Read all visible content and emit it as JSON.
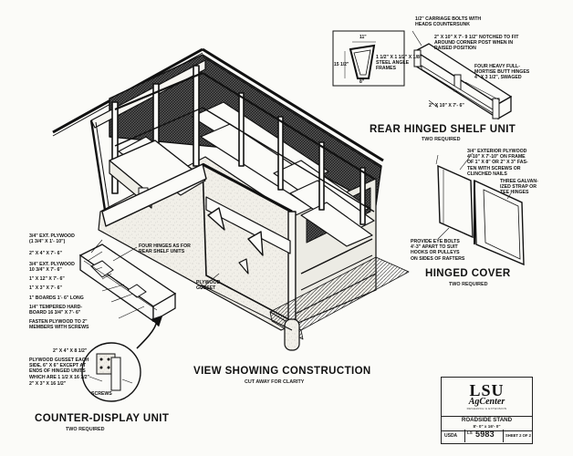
{
  "views": {
    "main_title": "VIEW SHOWING CONSTRUCTION",
    "main_subtitle": "CUT AWAY FOR CLARITY",
    "rear_shelf_title": "REAR HINGED SHELF UNIT",
    "rear_shelf_subtitle": "TWO REQUIRED",
    "hinged_cover_title": "HINGED COVER",
    "hinged_cover_subtitle": "TWO REQUIRED",
    "counter_title": "COUNTER-DISPLAY UNIT",
    "counter_subtitle": "TWO REQUIRED"
  },
  "labels": {
    "carriage_bolts": "1/2\" CARRIAGE BOLTS WITH\nHEADS COUNTERSUNK",
    "notched_post": "2\" x 10\" x 7'- 9 1/2\" NOTCHED TO FIT\nAROUND CORNER POST WHEN IN\nRAISED POSITION",
    "butt_hinges": "FOUR HEAVY FULL-\nMORTISE BUTT HINGES\n4\" x 3 1/2\", SWAGED",
    "shelf_board": "2\" x 10\" x 7'- 6\"",
    "steel_angle": "1 1/2\" x 1 1/2\" x 1/8\"\nSTEEL ANGLE\nFRAMES",
    "detail_dim_top": "11\"",
    "detail_dim_side": "15 1/2\"",
    "detail_dim_bottom": "8\"",
    "exterior_plywood": "3/4\" EXTERIOR PLYWOOD\n4'-10\" x 7'-10\" ON FRAME\nOF 1\" x 8\" OR 2\" x 3\" FAS-\nTEN WITH SCREWS OR\nCLINCHED NAILS",
    "strap_hinges": "THREE GALVAN-\nIZED STRAP OR\nTEE HINGES",
    "eye_bolts": "PROVIDE EYE BOLTS\n4'-3\" APART TO SUIT\nHOOKS OR PULLEYS\nON SIDES OF RAFTERS",
    "four_hinges": "FOUR HINGES AS FOR\nREAR SHELF UNITS",
    "plywood_gusset": "PLYWOOD\nGUSSET",
    "ext_plywood_1": "3/4\" EXT. PLYWOOD\n(1 3/4\" x 1'- 10\")",
    "frame_2x4": "2\" x 4\" x 7'- 6\"",
    "ext_plywood_2": "3/4\" EXT. PLYWOOD\n10 3/4\" x 7'- 6\"",
    "board_1x12": "1\" x 12\" x 7'- 6\"",
    "board_1x3": "1\" x 3\" x 7'- 6\"",
    "boards_long": "1\" BOARDS 1'- 6\" LONG",
    "hardboard": "1/4\" TEMPERED HARD-\nBOARD 16 3/4\" x 7'- 6\"",
    "fasten_plywood": "FASTEN PLYWOOD TO 2\"\nMEMBERS WITH SCREWS",
    "gusset_note": "PLYWOOD GUSSET EACH\nSIDE, 6\" x 6\" EXCEPT AT\nENDS OF HINGED UNITS\nWHICH ARE 1 1/2 x 16 1/2\"",
    "post_2x4": "2\" x 4\" x 8 1/2\"",
    "base_2x3": "2\" x 3\" x 16 1/2\"",
    "screws": "SCREWS"
  },
  "title_block": {
    "logo_main": "LSU",
    "logo_sub": "AgCenter",
    "logo_tag": "RESEARCH & EXTENSION",
    "drawing_title": "ROADSIDE STAND",
    "drawing_size": "8'- 0\" x 16'- 0\"",
    "organization": "USDA",
    "plan_code": "LS",
    "plan_number": "5983",
    "sheet": "SHEET 2 OF 2"
  }
}
